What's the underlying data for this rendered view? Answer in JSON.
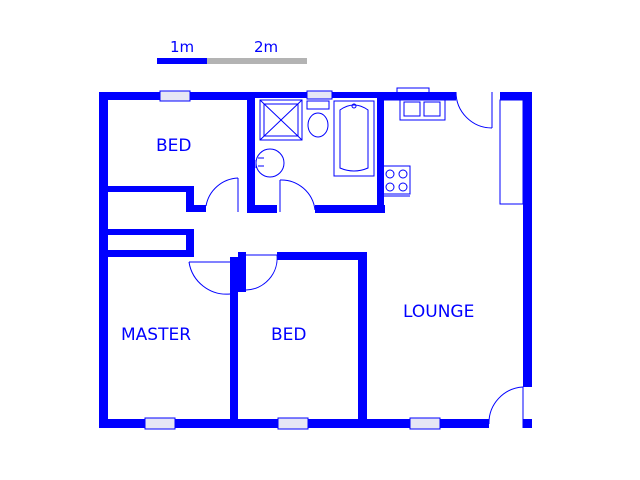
{
  "scale": {
    "label_1m": "1m",
    "label_2m": "2m",
    "primary_color": "#0000ff",
    "secondary_color": "#b3b3b3"
  },
  "rooms": {
    "bed_top_left": "BED",
    "master": "MASTER",
    "bed_middle": "BED",
    "lounge": "LOUNGE"
  },
  "colors": {
    "wall": "#0000ff",
    "fixture_line": "#0000ff",
    "window_fill": "#e6e6f5",
    "background": "#ffffff"
  }
}
